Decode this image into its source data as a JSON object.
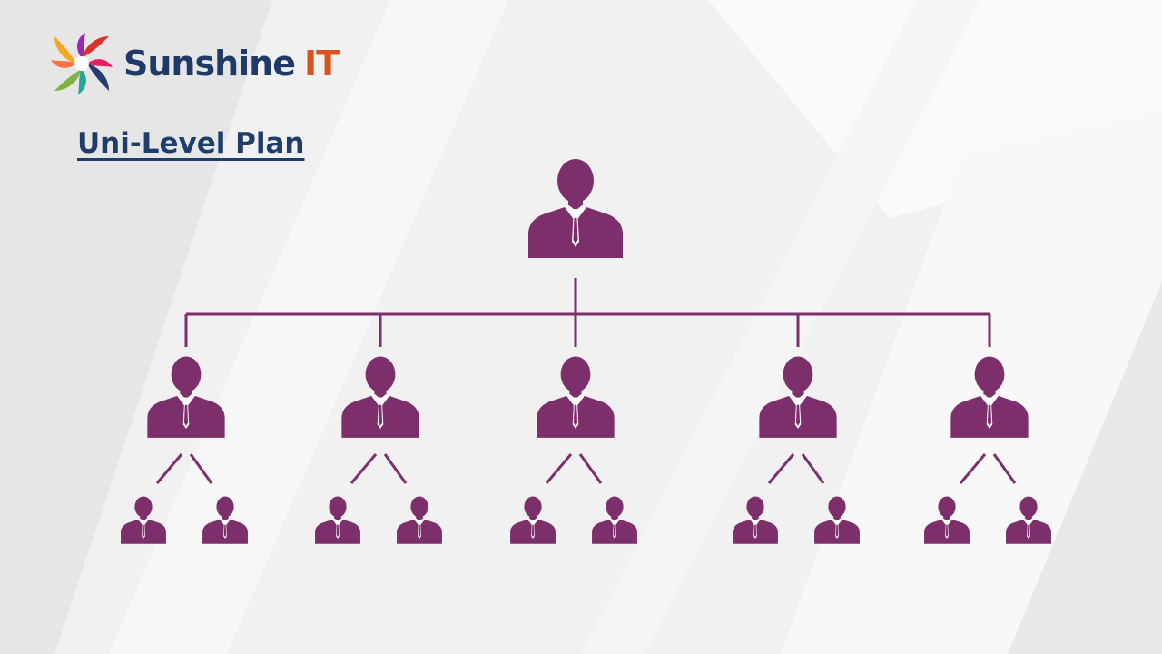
{
  "brand": {
    "name": "Sunshine",
    "accent": "IT",
    "logo_icon": "pinwheel-logo-icon",
    "colors": {
      "name": "#1f3a67",
      "accent": "#d9531e"
    }
  },
  "title": "Uni-Level Plan",
  "diagram": {
    "type": "org-tree",
    "icon": "businessman-icon",
    "node_color": "#7c2f6a",
    "root": {
      "id": "root"
    },
    "levels": [
      {
        "level": 1,
        "count": 5
      },
      {
        "level": 2,
        "per_parent": 2,
        "count": 10
      }
    ]
  }
}
